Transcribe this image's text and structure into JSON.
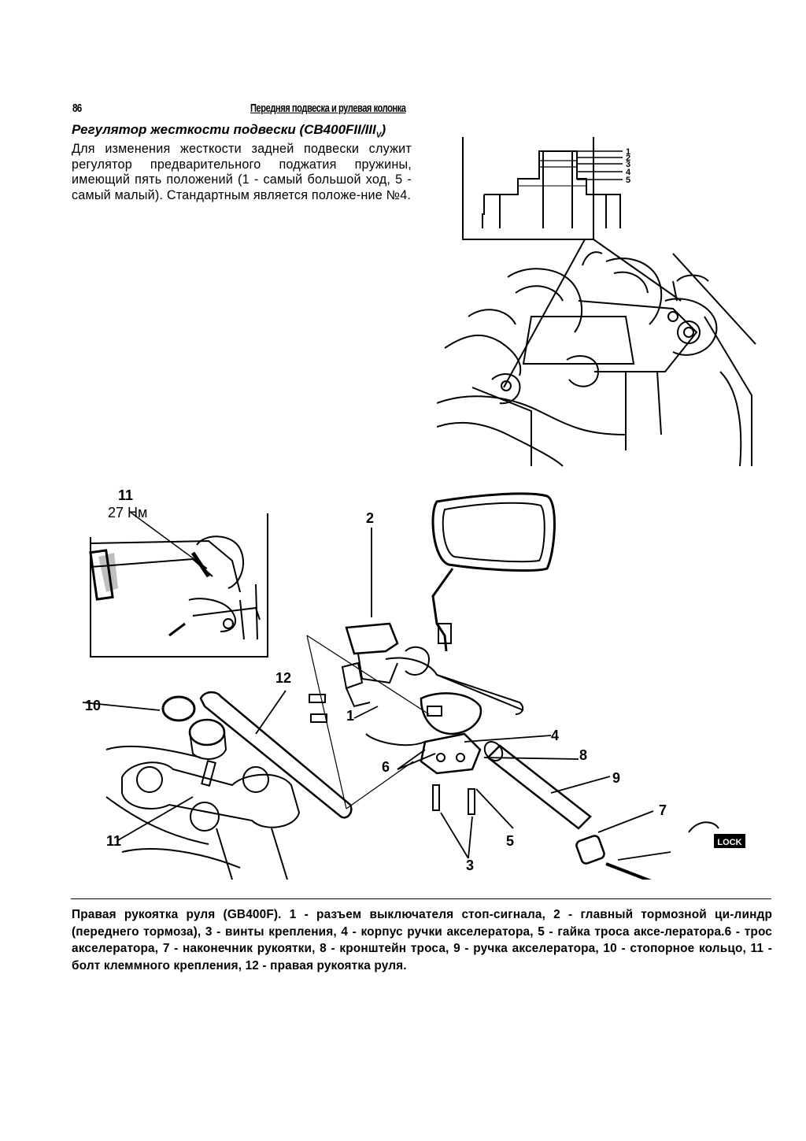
{
  "header": {
    "page_number": "86",
    "running_title": "Передняя подвеска и рулевая колонка"
  },
  "section": {
    "title": "Регулятор жесткости подвески (CB400FII/III",
    "title_sub": "V",
    "title_end": ")",
    "body": "Для изменения жесткости задней подвески служит регулятор предварительного поджатия пружины, имеющий пять положений (1 - самый большой ход, 5 - самый малый). Стандартным является положе-ние №4."
  },
  "figure_top": {
    "position_labels": [
      "1",
      "2",
      "3",
      "4",
      "5"
    ]
  },
  "figure_bottom": {
    "inset": {
      "callout_number": "11",
      "torque": "27 Нм"
    },
    "callouts": [
      "1",
      "2",
      "3",
      "4",
      "5",
      "6",
      "7",
      "8",
      "9",
      "10",
      "11",
      "12"
    ],
    "lock_label": "LOCK"
  },
  "caption": {
    "text": "Правая рукоятка руля (GB400F). 1 - разъем выключателя стоп-сигнала, 2 - главный тормозной ци-линдр (переднего тормоза), 3 - винты крепления, 4 - корпус ручки акселератора, 5 - гайка троса аксе-лератора.6 - трос акселератора, 7 - наконечник рукоятки, 8 - кронштейн троса, 9 - ручка акселератора, 10 - стопорное кольцо, 11 - болт клеммного крепления, 12 - правая рукоятка руля."
  }
}
